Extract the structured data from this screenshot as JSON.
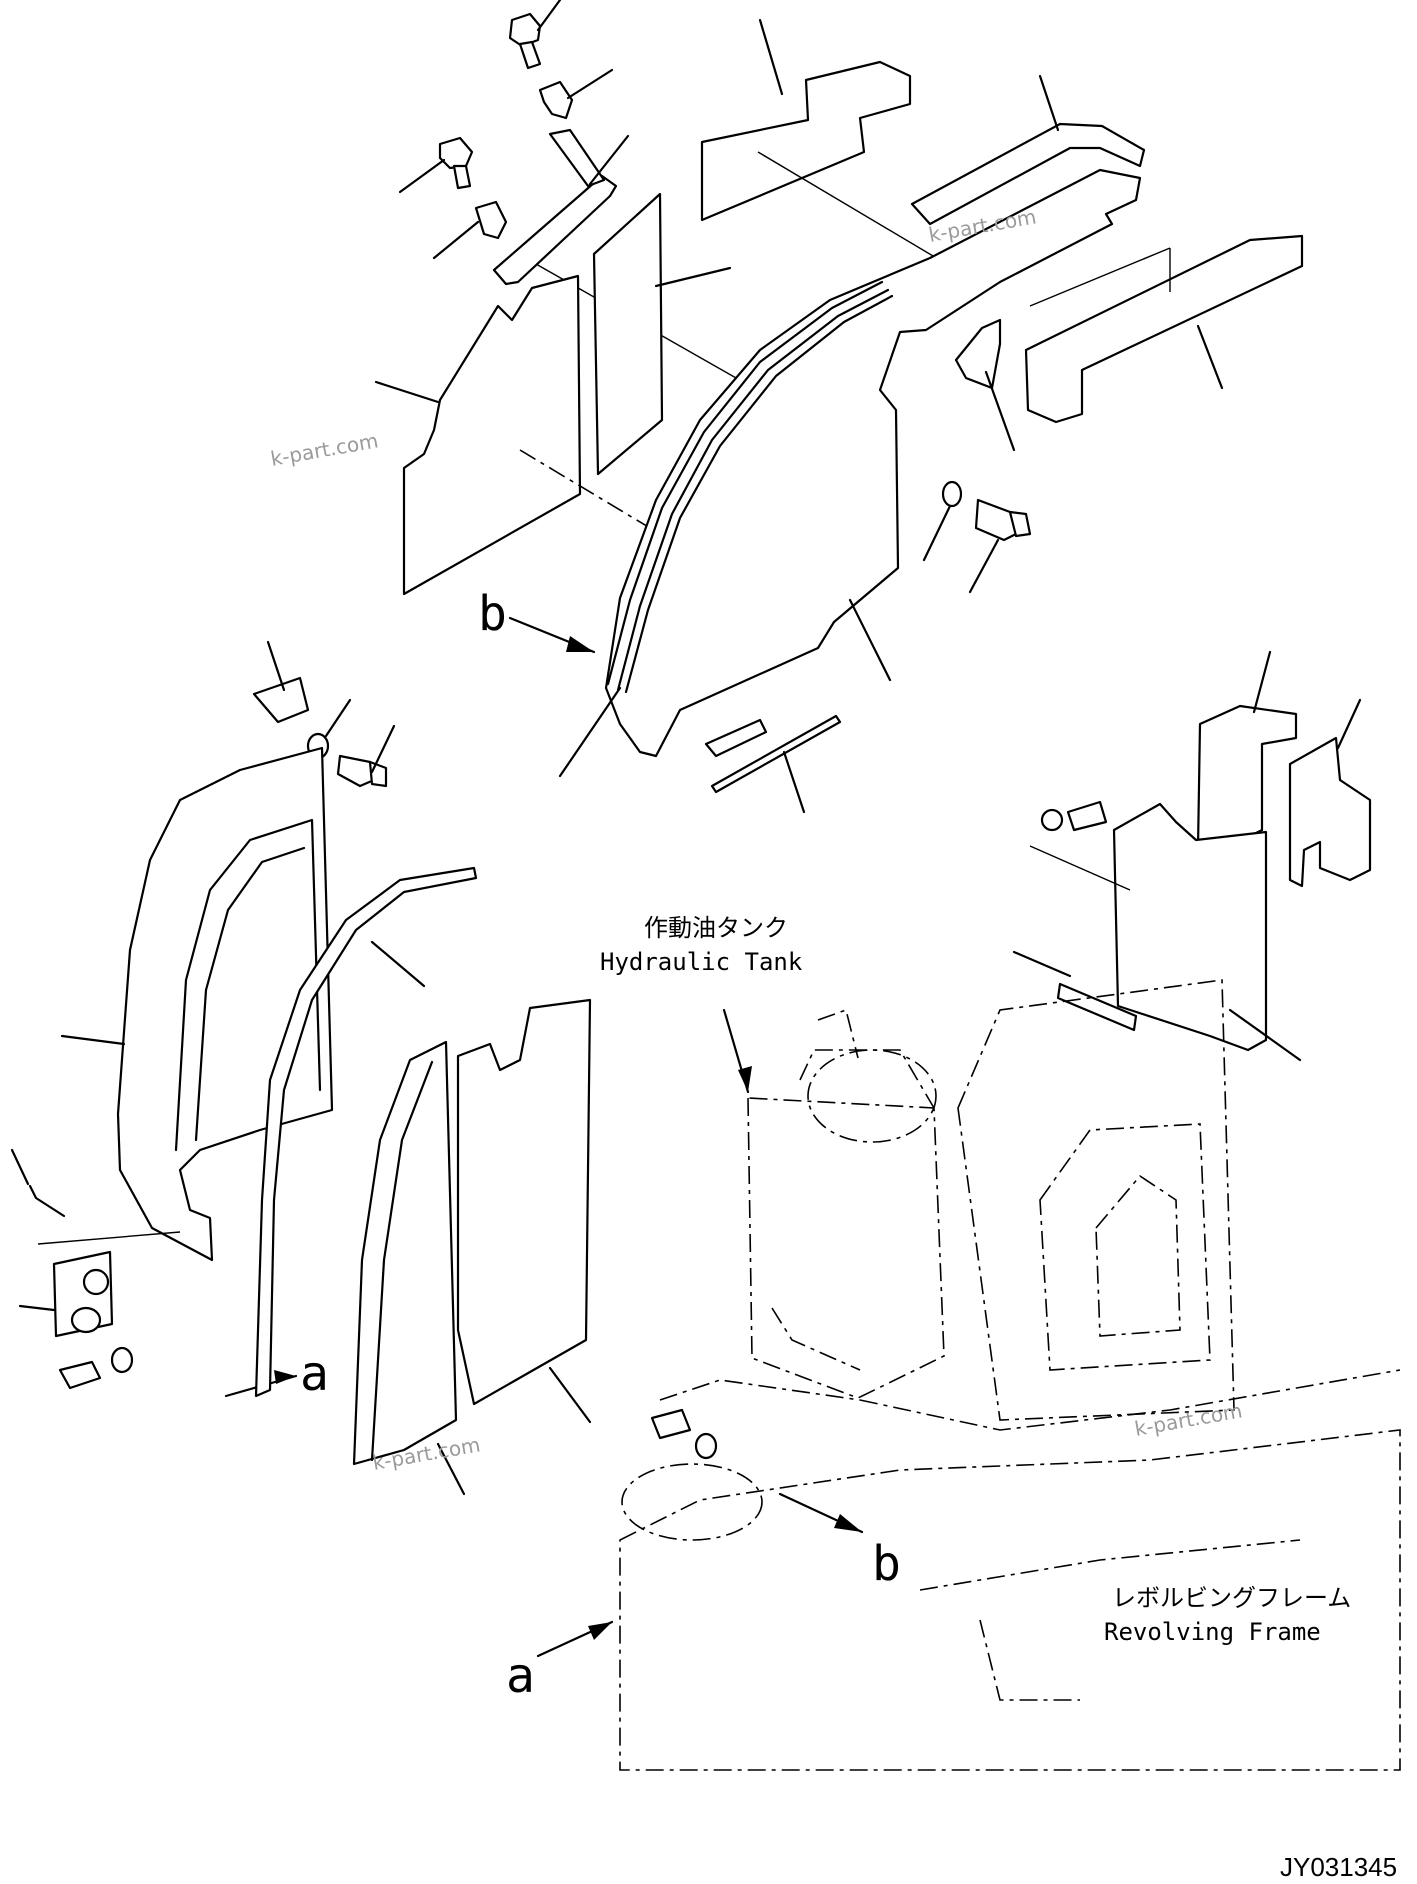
{
  "callouts": {
    "tank_jp": "作動油タンク",
    "tank_en": "Hydraulic Tank",
    "frame_jp": "レボルビングフレーム",
    "frame_en": "Revolving Frame",
    "view_a_1": "a",
    "view_a_2": "a",
    "view_b_1": "b",
    "view_b_2": "b"
  },
  "watermarks": [
    "k-part.com",
    "k-part.com",
    "k-part.com",
    "k-part.com"
  ],
  "drawing_code": "JY031345",
  "colors": {
    "ink": "#000000",
    "background": "#ffffff",
    "watermark": "#9a9a9a"
  }
}
